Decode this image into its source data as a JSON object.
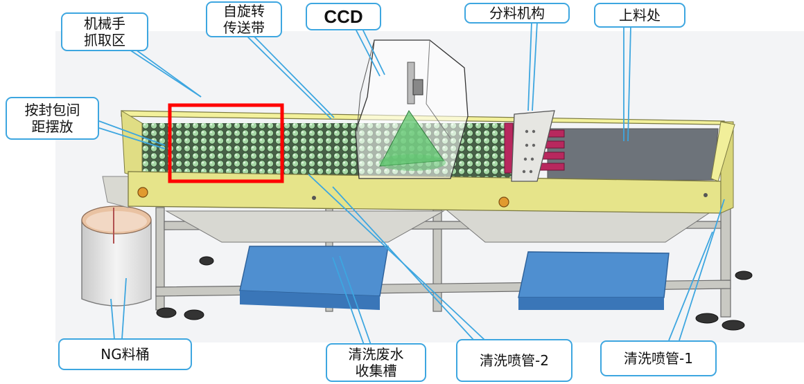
{
  "labels": {
    "gripper_pick_zone": [
      "机械手",
      "抓取区"
    ],
    "self_rotating_conveyor": [
      "自旋转",
      "传送带"
    ],
    "ccd": [
      "CCD"
    ],
    "distribution_mechanism": [
      "分料机构"
    ],
    "loading_station": [
      "上料处"
    ],
    "package_spacing_placement": [
      "按封包间",
      "距摆放"
    ],
    "ng_bin": [
      "NG料桶"
    ],
    "wastewater_tank": [
      "清洗废水",
      "收集槽"
    ],
    "spray_pipe_2": [
      "清洗喷管-2"
    ],
    "spray_pipe_1": [
      "清洗喷管-1"
    ]
  },
  "colors": {
    "callout_border": "#3da6e0",
    "highlight_box": "#ff0000",
    "frame_yellow": "#e6e48a",
    "tank_blue": "#4f8fd0",
    "bin_copper": "#e9c2a2",
    "nozzle_magenta": "#b8285e"
  }
}
